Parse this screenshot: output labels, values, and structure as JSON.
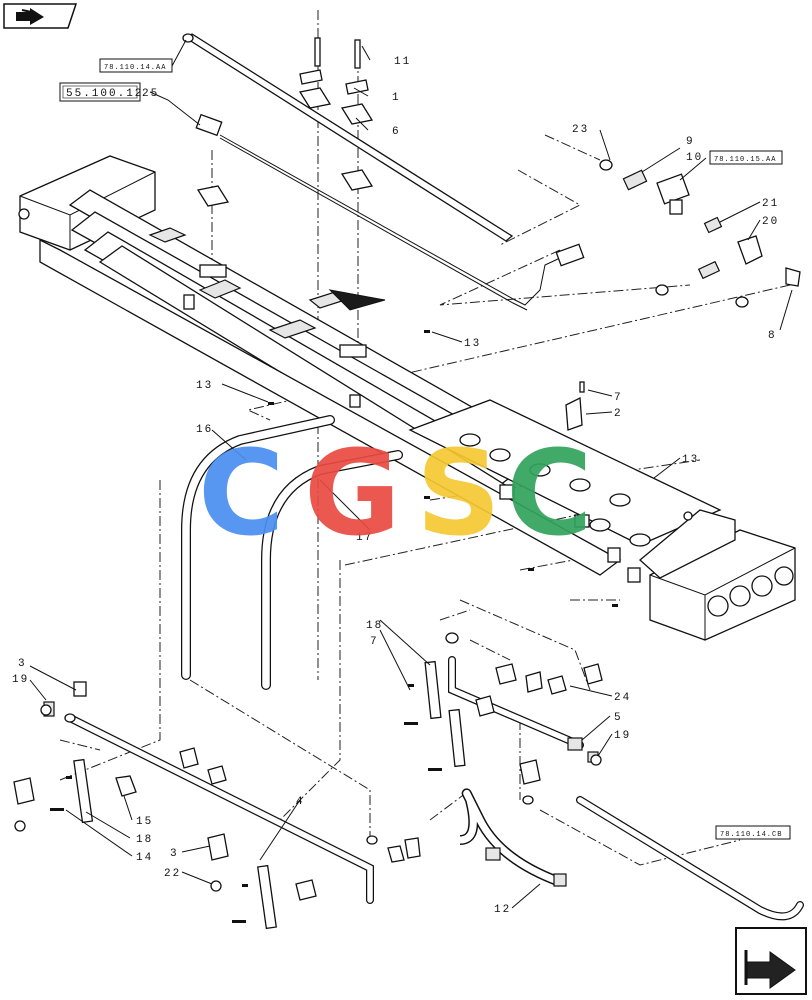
{
  "references": {
    "ref_top_left": "78.110.14.AA",
    "ref_main": "55.100.12",
    "ref_top_right": "78.110.15.AA",
    "ref_bottom_right": "78.110.14.CB"
  },
  "callouts": {
    "c1": "1",
    "c2": "2",
    "c3a": "3",
    "c3b": "3",
    "c4": "4",
    "c5": "5",
    "c6": "6",
    "c7a": "7",
    "c7b": "7",
    "c8": "8",
    "c9": "9",
    "c10": "10",
    "c11": "11",
    "c12": "12",
    "c13a": "13",
    "c13b": "13",
    "c13c": "13",
    "c14": "14",
    "c15": "15",
    "c16": "16",
    "c17": "17",
    "c18a": "18",
    "c18b": "18",
    "c19a": "19",
    "c19b": "19",
    "c20": "20",
    "c21": "21",
    "c22": "22",
    "c23": "23",
    "c24": "24",
    "c25": "25"
  },
  "watermark": {
    "letters": [
      "C",
      "G",
      "S",
      "C"
    ],
    "colors": [
      "#4a8ff0",
      "#ea4a42",
      "#f6c832",
      "#33a35c"
    ]
  },
  "icons": {
    "top_left": "book-arrow-icon",
    "bottom_right": "next-page-arrow-icon"
  }
}
